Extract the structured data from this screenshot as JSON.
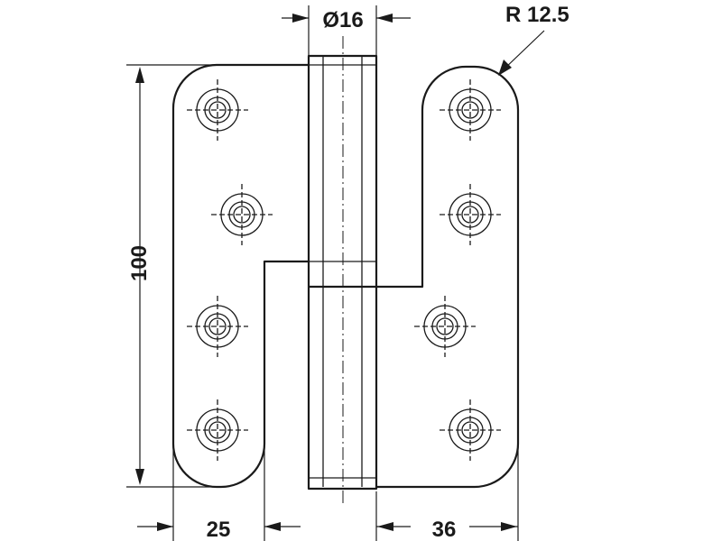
{
  "drawing": {
    "labels": {
      "pin_diameter": "Ø16",
      "corner_radius": "R 12.5",
      "height": "100",
      "left_leaf_width": "25",
      "right_leaf_width": "36"
    },
    "screw_holes": {
      "left_leaf": 4,
      "right_leaf": 4
    }
  }
}
